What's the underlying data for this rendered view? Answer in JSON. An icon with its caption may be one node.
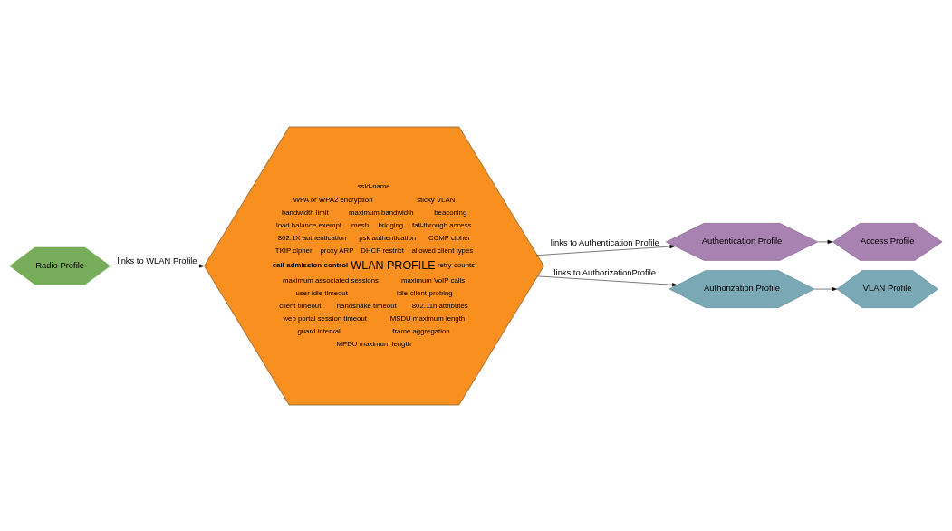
{
  "diagram": {
    "nodes": [
      {
        "text": [
          "Radio Profile"
        ]
      },
      {
        "text": [
          "ssid-name",
          "WPA or WPA2 encryption",
          "sticky VLAN",
          "bandwidth limit",
          "maximum bandwidth",
          "beaconing",
          "load balance exempt",
          "mesh",
          "bridging",
          "fall-through access",
          "802.1X authentication",
          "psk authentication",
          "CCMP cipher",
          "TKIP cipher",
          "proxy ARP",
          "DHCP restrict",
          "allowed client types",
          "call-admission-control",
          "WLAN PROFILE",
          "retry-counts",
          "maximum associated sessions",
          "maximum VoIP calls",
          "user idle timeout",
          "idle-client-probing",
          "client timeout",
          "handshake timeout",
          "802.11n attributes",
          "web portal session timeout",
          "MSDU maximum length",
          "guard interval",
          "frame aggregation",
          "MPDU maximum length"
        ]
      },
      {
        "text": [
          "Access Profile"
        ]
      },
      {
        "text": [
          "Authentication Profile"
        ]
      },
      {
        "text": [
          "Authorization Profile"
        ]
      },
      {
        "text": [
          "VLAN Profile"
        ]
      }
    ],
    "edges": [
      {
        "from": 0,
        "to": 1,
        "arrow": "to",
        "label": "links to WLAN Profile"
      },
      {
        "from": 1,
        "to": 3,
        "arrow": "to",
        "label": "links to Authentication Profile"
      },
      {
        "from": 3,
        "to": 2,
        "arrow": "to"
      },
      {
        "from": 1,
        "to": 4,
        "arrow": "to",
        "label": "links to AuthorizationProfile"
      },
      {
        "from": 4,
        "to": 5,
        "arrow": "to"
      }
    ]
  }
}
